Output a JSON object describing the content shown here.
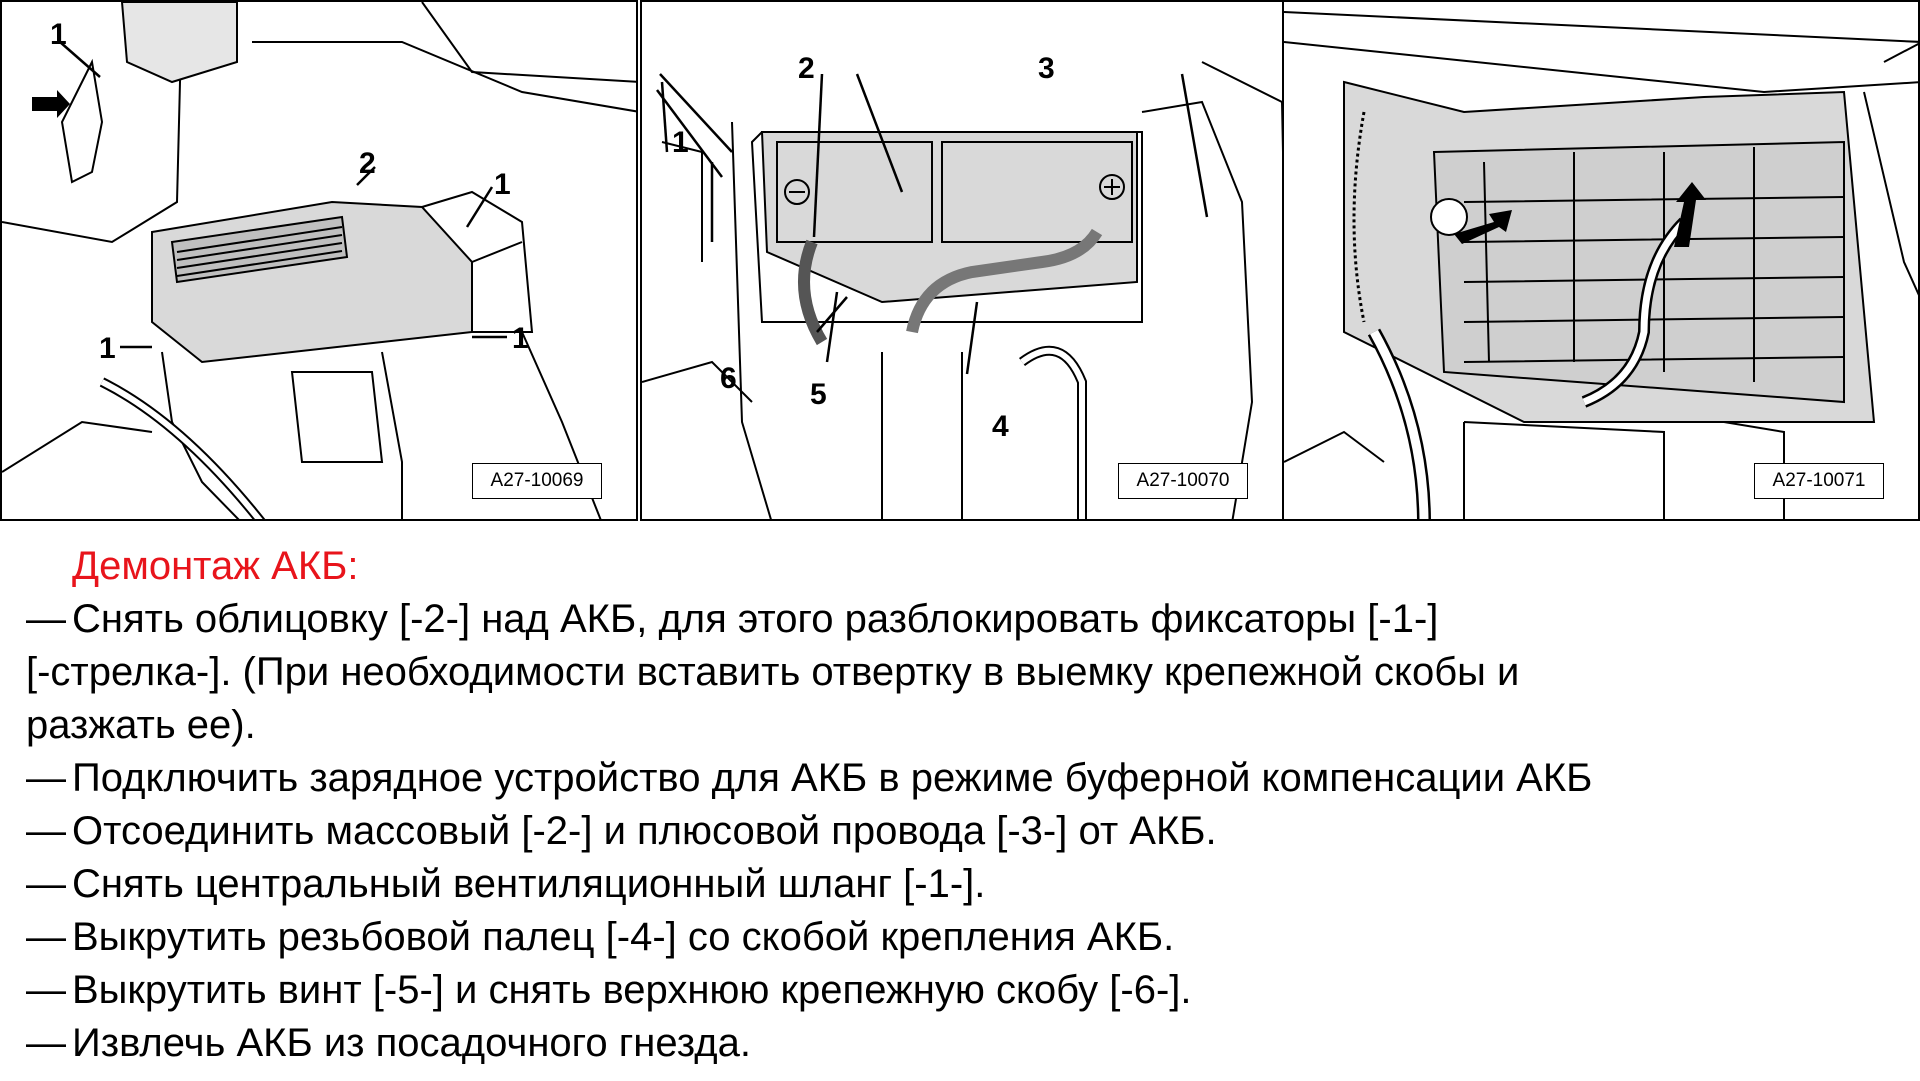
{
  "figures": [
    {
      "id_label": "A27-10069",
      "callouts": [
        "1",
        "2",
        "1",
        "1",
        "1"
      ]
    },
    {
      "id_label": "A27-10070",
      "callouts": [
        "2",
        "3",
        "1",
        "6",
        "5",
        "4"
      ]
    },
    {
      "id_label": "A27-10071",
      "callouts": []
    }
  ],
  "heading": "Демонтаж АКБ:",
  "steps": [
    {
      "dash": "—",
      "lines": [
        "Снять облицовку [-2-] над АКБ, для этого разблокировать фиксаторы [-1-]",
        "[-стрелка-]. (При необходимости вставить отвертку в выемку крепежной скобы и",
        "разжать ее)."
      ]
    },
    {
      "dash": "—",
      "lines": [
        "Подключить зарядное устройство для АКБ в режиме буферной компенсации АКБ"
      ]
    },
    {
      "dash": "—",
      "lines": [
        "Отсоединить массовый [-2-] и плюсовой провода [-3-] от АКБ."
      ]
    },
    {
      "dash": "—",
      "lines": [
        "Снять центральный вентиляционный шланг [-1-]."
      ]
    },
    {
      "dash": "—",
      "lines": [
        "Выкрутить резьбовой палец [-4-] со скобой крепления АКБ."
      ]
    },
    {
      "dash": "—",
      "lines": [
        "Выкрутить винт [-5-] и снять верхнюю крепежную скобу [-6-]."
      ]
    },
    {
      "dash": "—",
      "lines": [
        "Извлечь АКБ из посадочного гнезда."
      ]
    }
  ],
  "colors": {
    "heading": "#e8141b",
    "panel_gray": "#d9d9d9",
    "line": "#000000"
  }
}
